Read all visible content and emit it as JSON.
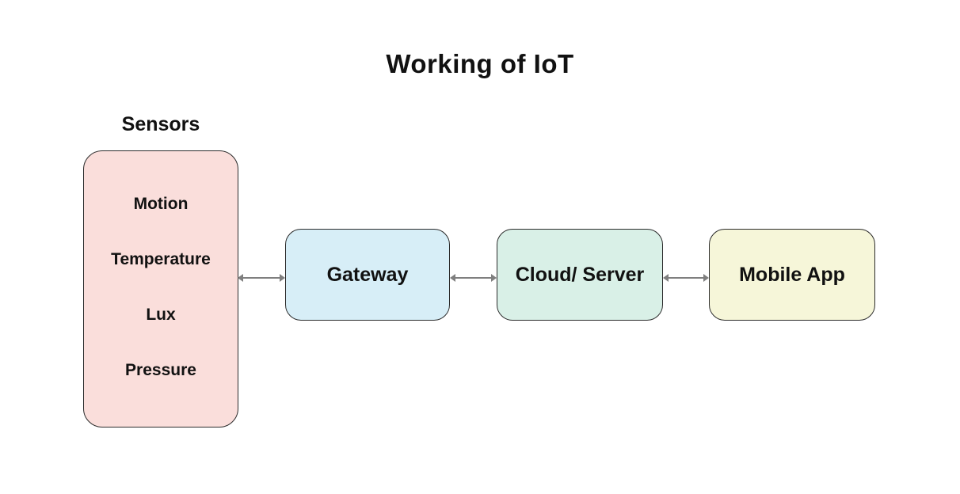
{
  "title": "Working of IoT",
  "sensors": {
    "label": "Sensors",
    "items": [
      {
        "label": "Motion"
      },
      {
        "label": "Temperature"
      },
      {
        "label": "Lux"
      },
      {
        "label": "Pressure"
      }
    ]
  },
  "nodes": [
    {
      "id": "gateway",
      "label": "Gateway"
    },
    {
      "id": "cloud-server",
      "label": "Cloud/ Server"
    },
    {
      "id": "mobile-app",
      "label": "Mobile App"
    }
  ],
  "connections": [
    {
      "from": "Sensors",
      "to": "Gateway",
      "type": "bidirectional"
    },
    {
      "from": "Gateway",
      "to": "Cloud/ Server",
      "type": "bidirectional"
    },
    {
      "from": "Cloud/ Server",
      "to": "Mobile App",
      "type": "bidirectional"
    }
  ],
  "colors": {
    "sensors-fill": "#FADEDB",
    "gateway-fill": "#D7EEF7",
    "cloud-fill": "#D9F0E7",
    "mobile-fill": "#F6F6D9",
    "border": "#2b2b2b",
    "arrow": "#7f7f7f",
    "text": "#111111",
    "background": "#ffffff"
  }
}
